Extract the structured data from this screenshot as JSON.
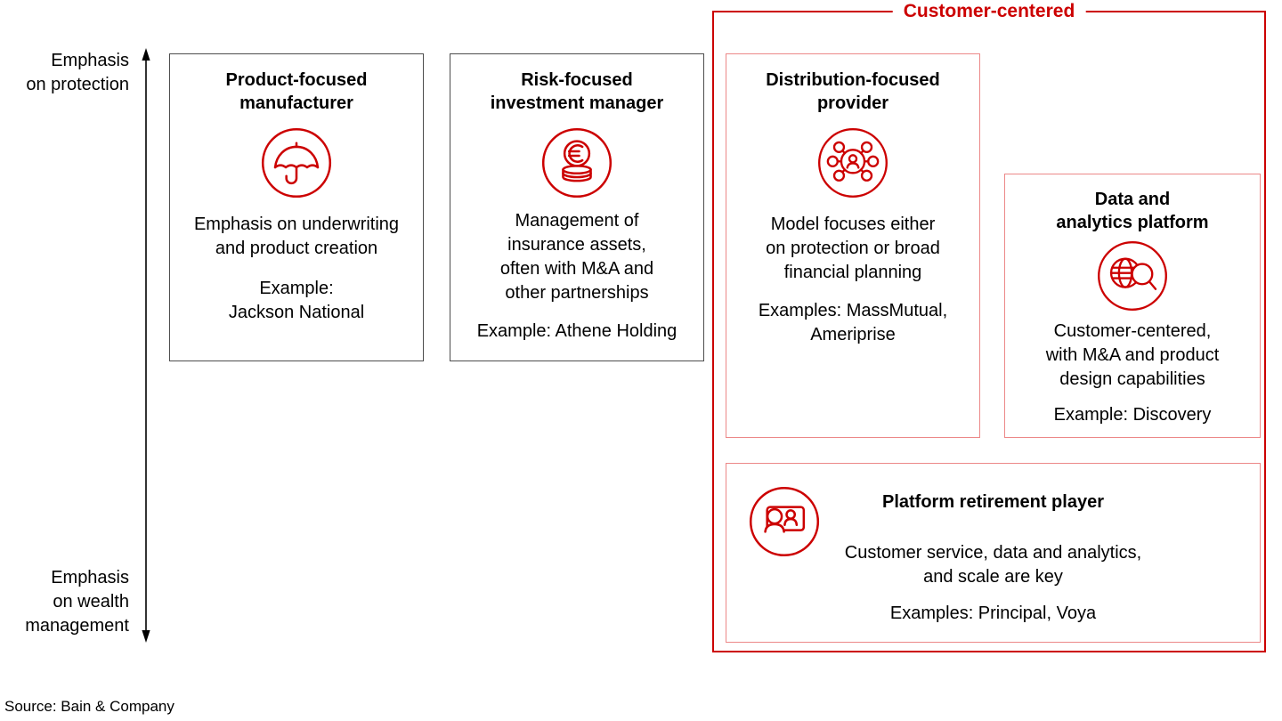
{
  "colors": {
    "accent_red": "#cc0000",
    "light_red_border": "#ec8888",
    "gray_border": "#4d4d4d"
  },
  "axis": {
    "top_label": "Emphasis\non protection",
    "bottom_label": "Emphasis\non wealth\nmanagement"
  },
  "customer_centered_group": {
    "label": "Customer-centered"
  },
  "boxes": [
    {
      "title": "Product-focused\nmanufacturer",
      "icon": "umbrella-icon",
      "body": "Emphasis on underwriting\nand product creation",
      "example": "Example:\nJackson National"
    },
    {
      "title": "Risk-focused\ninvestment manager",
      "icon": "euro-coins-icon",
      "body": "Management of\ninsurance assets,\noften with M&A and\nother partnerships",
      "example": "Example: Athene Holding"
    },
    {
      "title": "Distribution-focused\nprovider",
      "icon": "people-network-icon",
      "body": "Model focuses either\non protection or broad\nfinancial planning",
      "example": "Examples: MassMutual,\nAmeriprise"
    },
    {
      "title": "Data and\nanalytics platform",
      "icon": "globe-magnifier-icon",
      "body": "Customer-centered,\nwith M&A and product\ndesign capabilities",
      "example": "Example: Discovery"
    },
    {
      "title": "Platform retirement player",
      "icon": "people-screen-icon",
      "body": "Customer service, data and analytics,\nand scale are key",
      "example": "Examples: Principal, Voya"
    }
  ],
  "source": "Source: Bain & Company"
}
